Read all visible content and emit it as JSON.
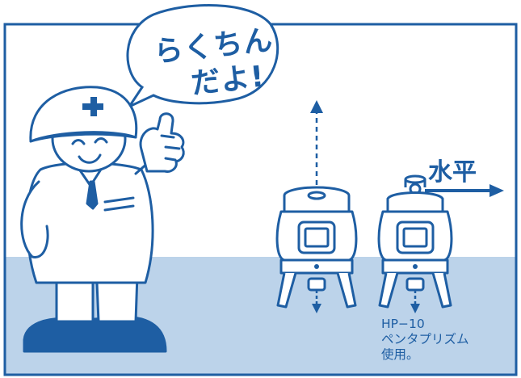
{
  "bubble": {
    "line1": "らくちん",
    "line2": "だよ!"
  },
  "arrow_label": "水平",
  "caption": {
    "line1": "HP−10",
    "line2": "ペンタプリズム",
    "line3": "使用。"
  },
  "colors": {
    "outline": "#1e5ea3",
    "floor": "#bcd3ea",
    "background": "#ffffff"
  }
}
